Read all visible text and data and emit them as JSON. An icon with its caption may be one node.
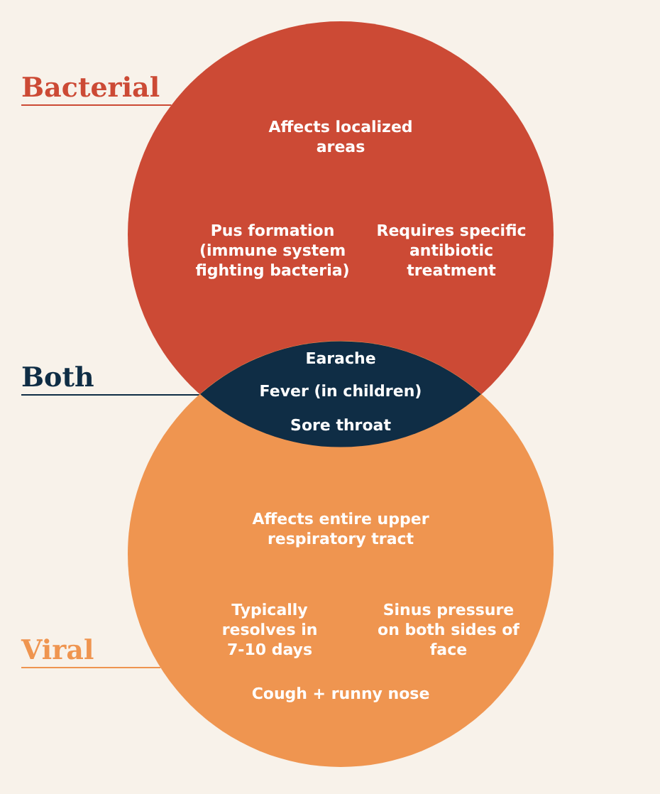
{
  "diagram": {
    "nodes": [
      {
        "text": [
          "Bacterial"
        ]
      },
      {
        "text": [
          "Affects localized areas",
          "Pus formation (immune system fighting bacteria)",
          "Requires specific antibiotic treatment"
        ]
      },
      {
        "text": [
          "Both"
        ]
      },
      {
        "text": [
          "Earache",
          "Fever (in children)",
          "Sore throat"
        ]
      },
      {
        "text": [
          "Viral"
        ]
      },
      {
        "text": [
          "Affects entire upper respiratory tract",
          "Typically resolves in 7-10 days",
          "Sinus pressure on both sides of face",
          "Cough + runny nose"
        ]
      }
    ],
    "edges": [
      {
        "from": 0,
        "to": 1,
        "arrow": "none",
        "color": "#cc4a35"
      },
      {
        "from": 2,
        "to": 3,
        "arrow": "none",
        "color": "#0f2d45"
      },
      {
        "from": 4,
        "to": 5,
        "arrow": "none",
        "color": "#ef9550"
      }
    ]
  }
}
